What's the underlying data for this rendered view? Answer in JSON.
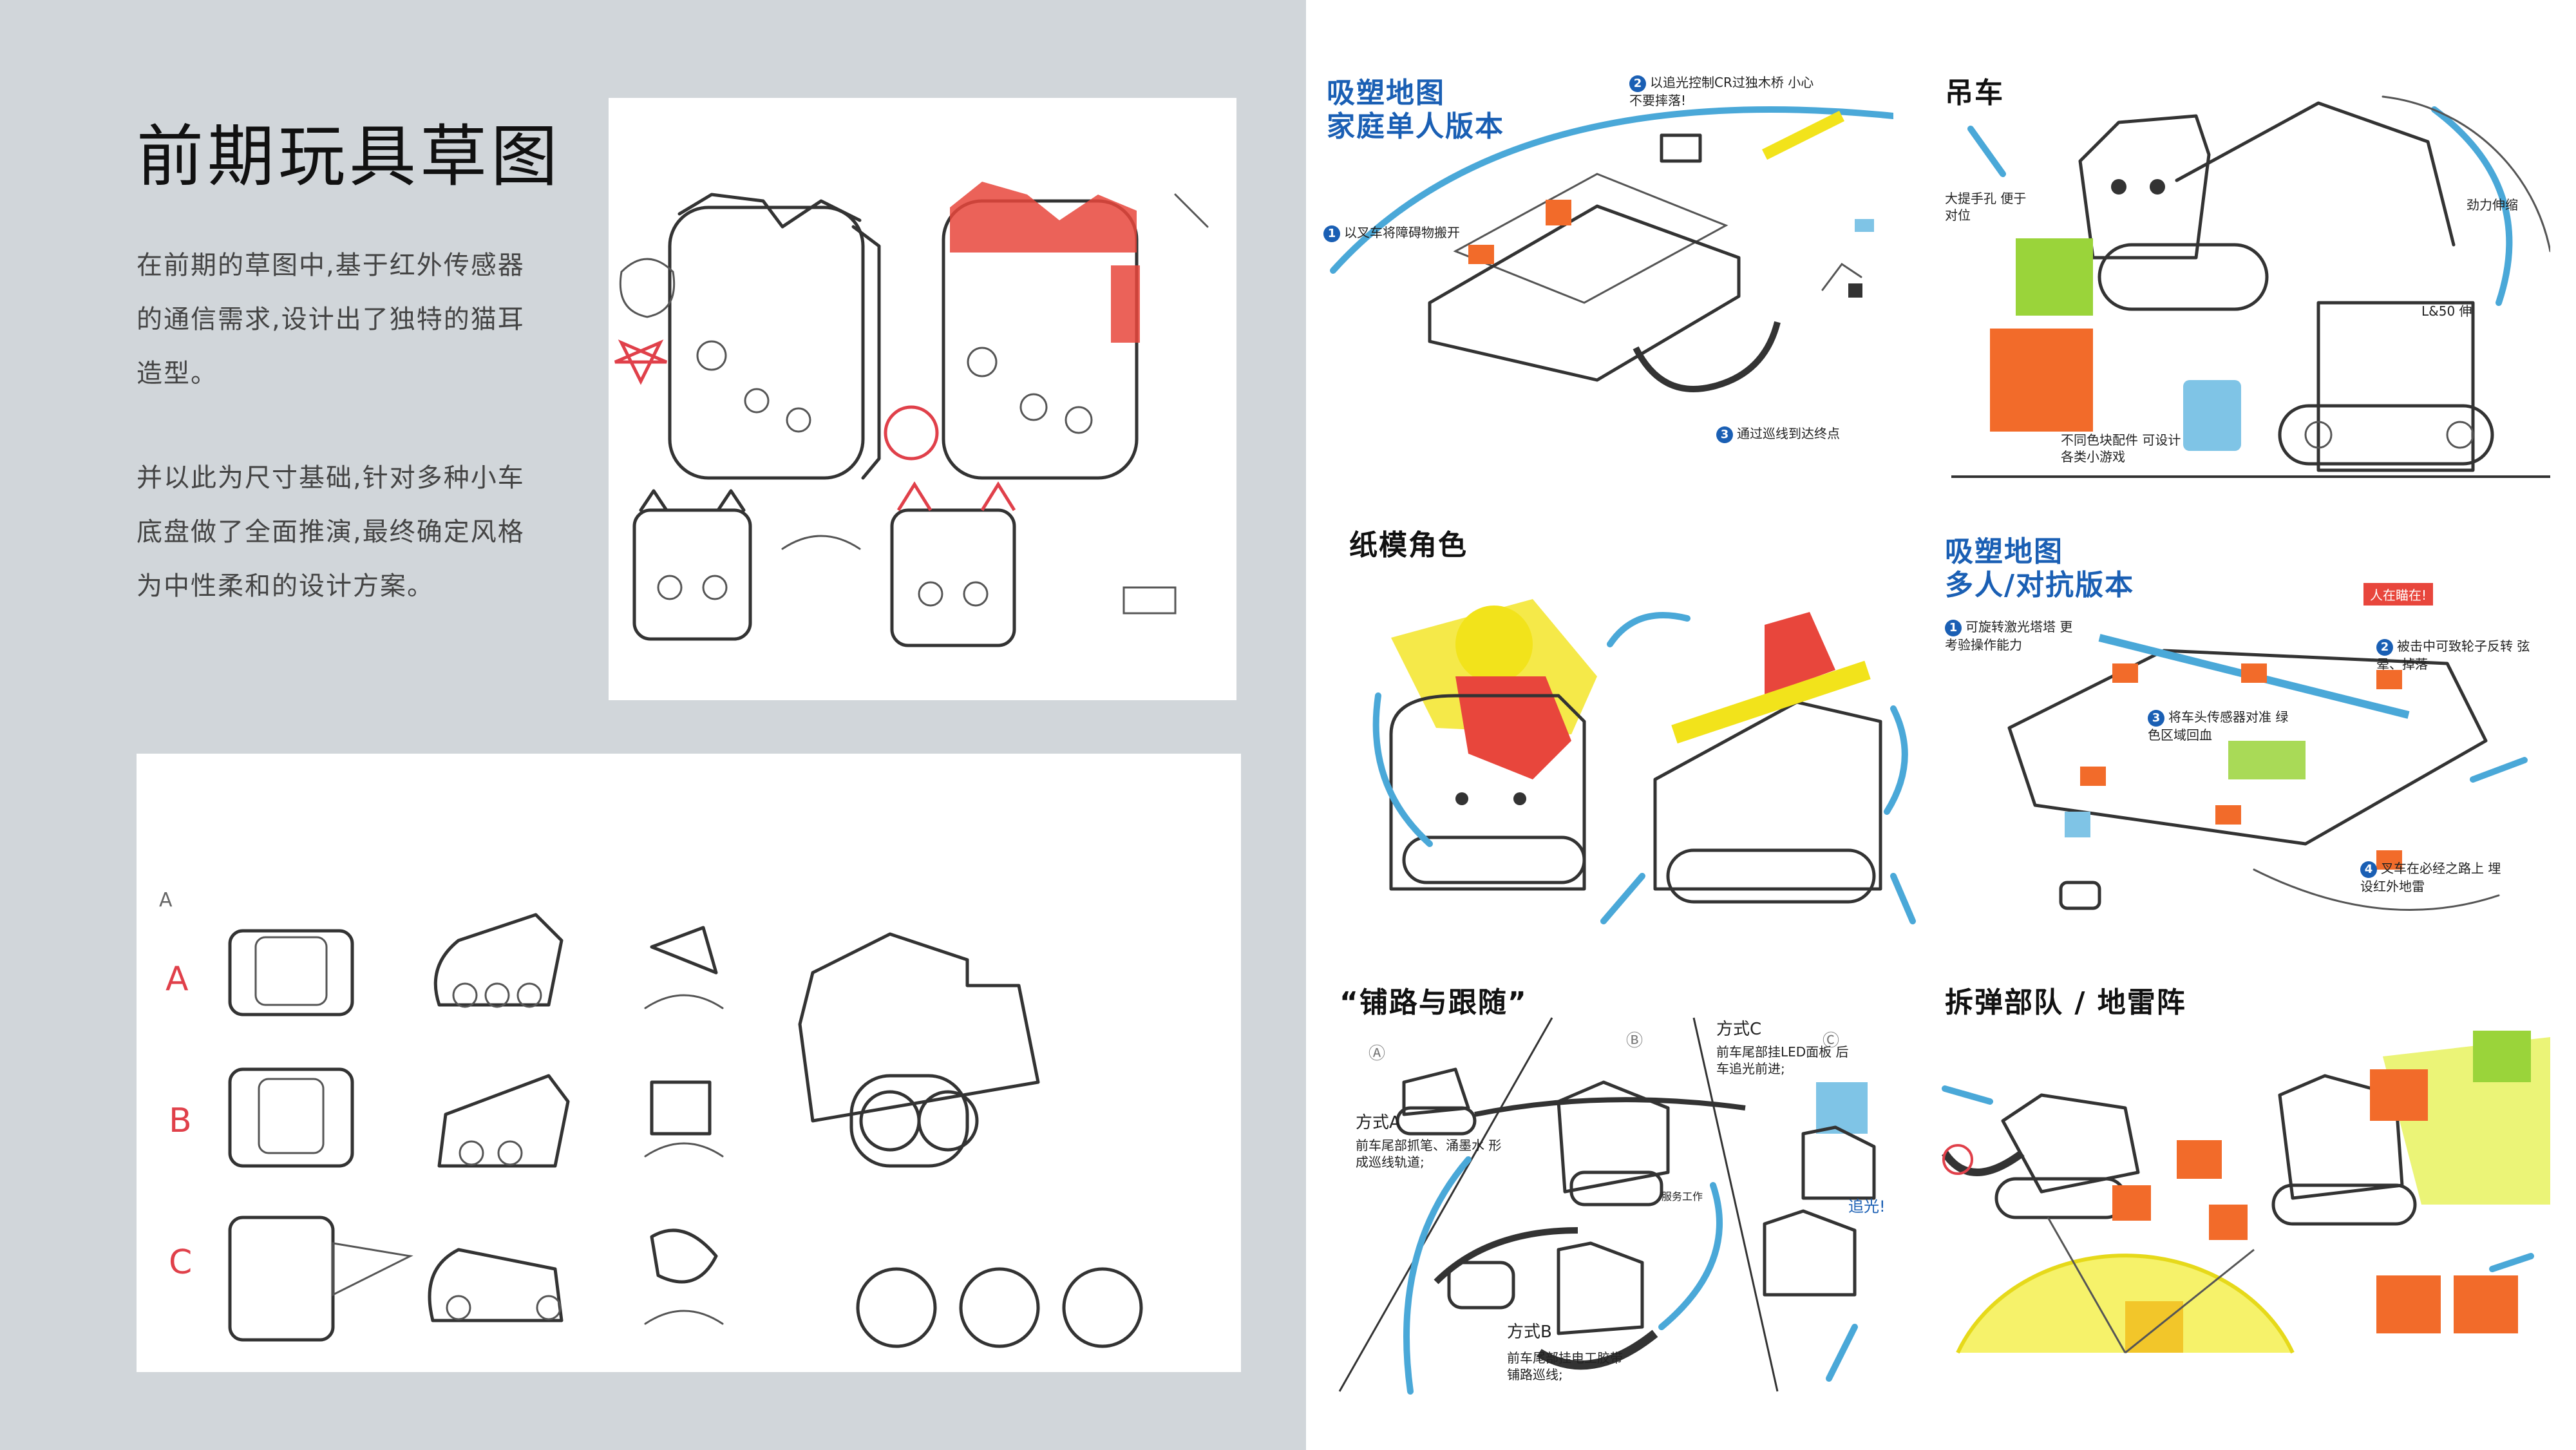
{
  "left": {
    "title": "前期玩具草图",
    "para1": "在前期的草图中,基于红外传感器的通信需求,设计出了独特的猫耳造型。",
    "para2": "并以此为尺寸基础,针对多种小车底盘做了全面推演,最终确定风格为中性柔和的设计方案。",
    "sketch_labels": {
      "row_a": "A",
      "row_b": "B",
      "row_c": "C",
      "corner_a": "A"
    }
  },
  "panels": {
    "p1": {
      "title_line1": "吸塑地图",
      "title_line2": "家庭单人版本",
      "notes": [
        {
          "num": "1",
          "text": "以叉车将障碍物搬开"
        },
        {
          "num": "2",
          "text": "以追光控制CR过独木桥 小心不要摔落!"
        },
        {
          "num": "3",
          "text": "通过巡线到达终点"
        }
      ]
    },
    "p2": {
      "title": "吊车",
      "notes": [
        "大提手孔 便于对位",
        "劲力伸缩",
        "L&50 伸",
        "不同色块配件 可设计各类小游戏"
      ]
    },
    "p3": {
      "title": "纸模角色"
    },
    "p4": {
      "title_line1": "吸塑地图",
      "title_line2": "多人/对抗版本",
      "badge": "人在瞄在!",
      "notes": [
        {
          "num": "1",
          "text": "可旋转激光塔塔 更考验操作能力"
        },
        {
          "num": "2",
          "text": "被击中可致轮子反转 弦晕、掉落"
        },
        {
          "num": "3",
          "text": "将车头传感器对准 绿色区域回血"
        },
        {
          "num": "4",
          "text": "叉车在必经之路上 埋设红外地雷"
        }
      ]
    },
    "p5": {
      "title": "“铺路与跟随”",
      "method_a": "方式A",
      "method_a_desc": "前车尾部抓笔、涌墨水 形成巡线轨道;",
      "method_b": "方式B",
      "method_b_desc": "前车尾部挂电工胶带 铺路巡线;",
      "method_c": "方式C",
      "method_c_desc": "前车尾部挂LED面板 后车追光前进;",
      "chase": "追光!",
      "task": "服务工作"
    },
    "p6": {
      "title": "拆弹部队 / 地雷阵"
    }
  },
  "colors": {
    "left_bg": "#d1d6da",
    "accent_blue": "#1a5fb4",
    "marker_red": "#e8463c",
    "marker_orange": "#f26b2a",
    "marker_green": "#9ad43a",
    "marker_yellow": "#f2e31b",
    "arrow_blue": "#4aa8d8"
  }
}
